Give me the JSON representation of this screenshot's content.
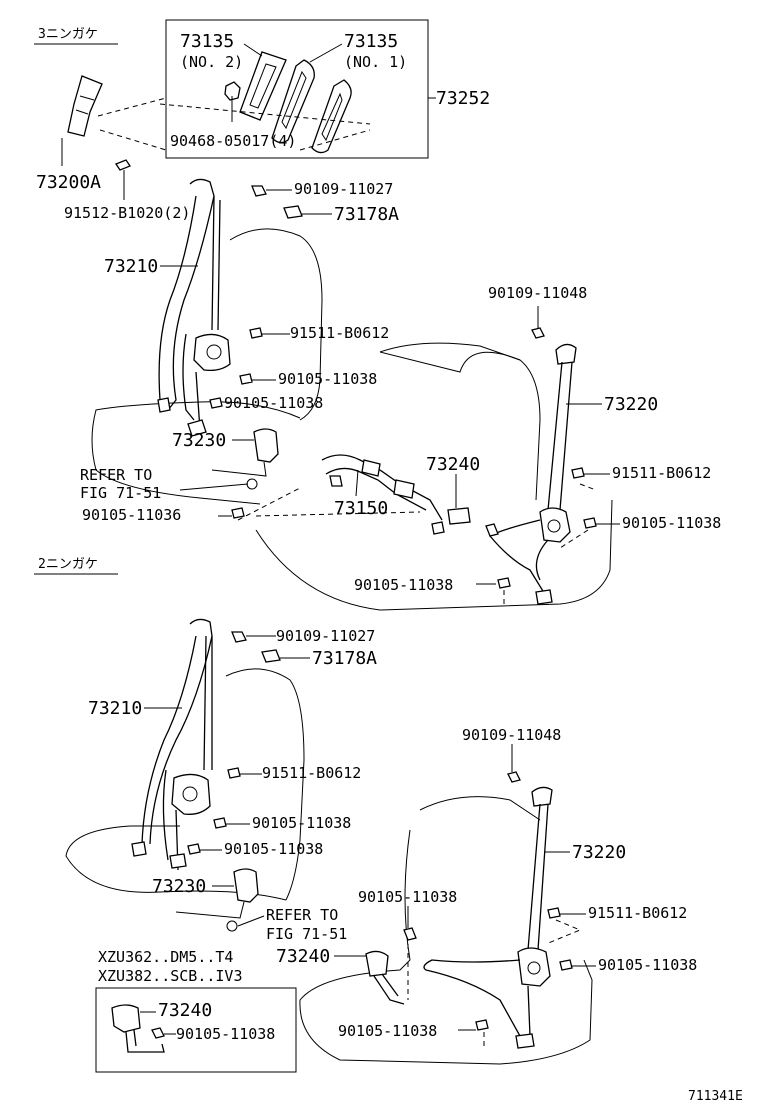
{
  "sections": {
    "three_door": "3ニンガケ",
    "two_door": "2ニンガケ"
  },
  "callouts": {
    "p73135_no2": "73135",
    "p73135_no2_sub": "(NO. 2)",
    "p73135_no1": "73135",
    "p73135_no1_sub": "(NO. 1)",
    "p73252": "73252",
    "p90468": "90468-05017(4)",
    "p73200a": "73200A",
    "p91512": "91512-B1020(2)",
    "p90109_11027_a": "90109-11027",
    "p73178a_a": "73178A",
    "p73210_a": "73210",
    "p90109_11048_a": "90109-11048",
    "p91511_a": "91511-B0612",
    "p90105_11038_a": "90105-11038",
    "p90105_11038_b": "90105-11038",
    "p73220_a": "73220",
    "p73230_a": "73230",
    "p73240_a": "73240",
    "refer_a1": "REFER TO",
    "refer_a2": "FIG 71-51",
    "p91511_b": "91511-B0612",
    "p73150": "73150",
    "p90105_11036": "90105-11036",
    "p90105_11038_c": "90105-11038",
    "p90105_11038_d": "90105-11038",
    "p90109_11027_b": "90109-11027",
    "p73178a_b": "73178A",
    "p73210_b": "73210",
    "p90109_11048_b": "90109-11048",
    "p91511_c": "91511-B0612",
    "p73220_b": "73220",
    "p90105_11038_e": "90105-11038",
    "p90105_11038_f": "90105-11038",
    "p73230_b": "73230",
    "p90105_11038_g": "90105-11038",
    "refer_b1": "REFER TO",
    "refer_b2": "FIG 71-51",
    "p91511_d": "91511-B0612",
    "p90105_11038_h": "90105-11038",
    "p73240_b": "73240",
    "model_1": "XZU362..DM5..T4",
    "model_2": "XZU382..SCB..IV3",
    "p73240_c": "73240",
    "p90105_11038_i": "90105-11038",
    "p90105_11038_j": "90105-11038"
  },
  "figure_id": "711341E"
}
